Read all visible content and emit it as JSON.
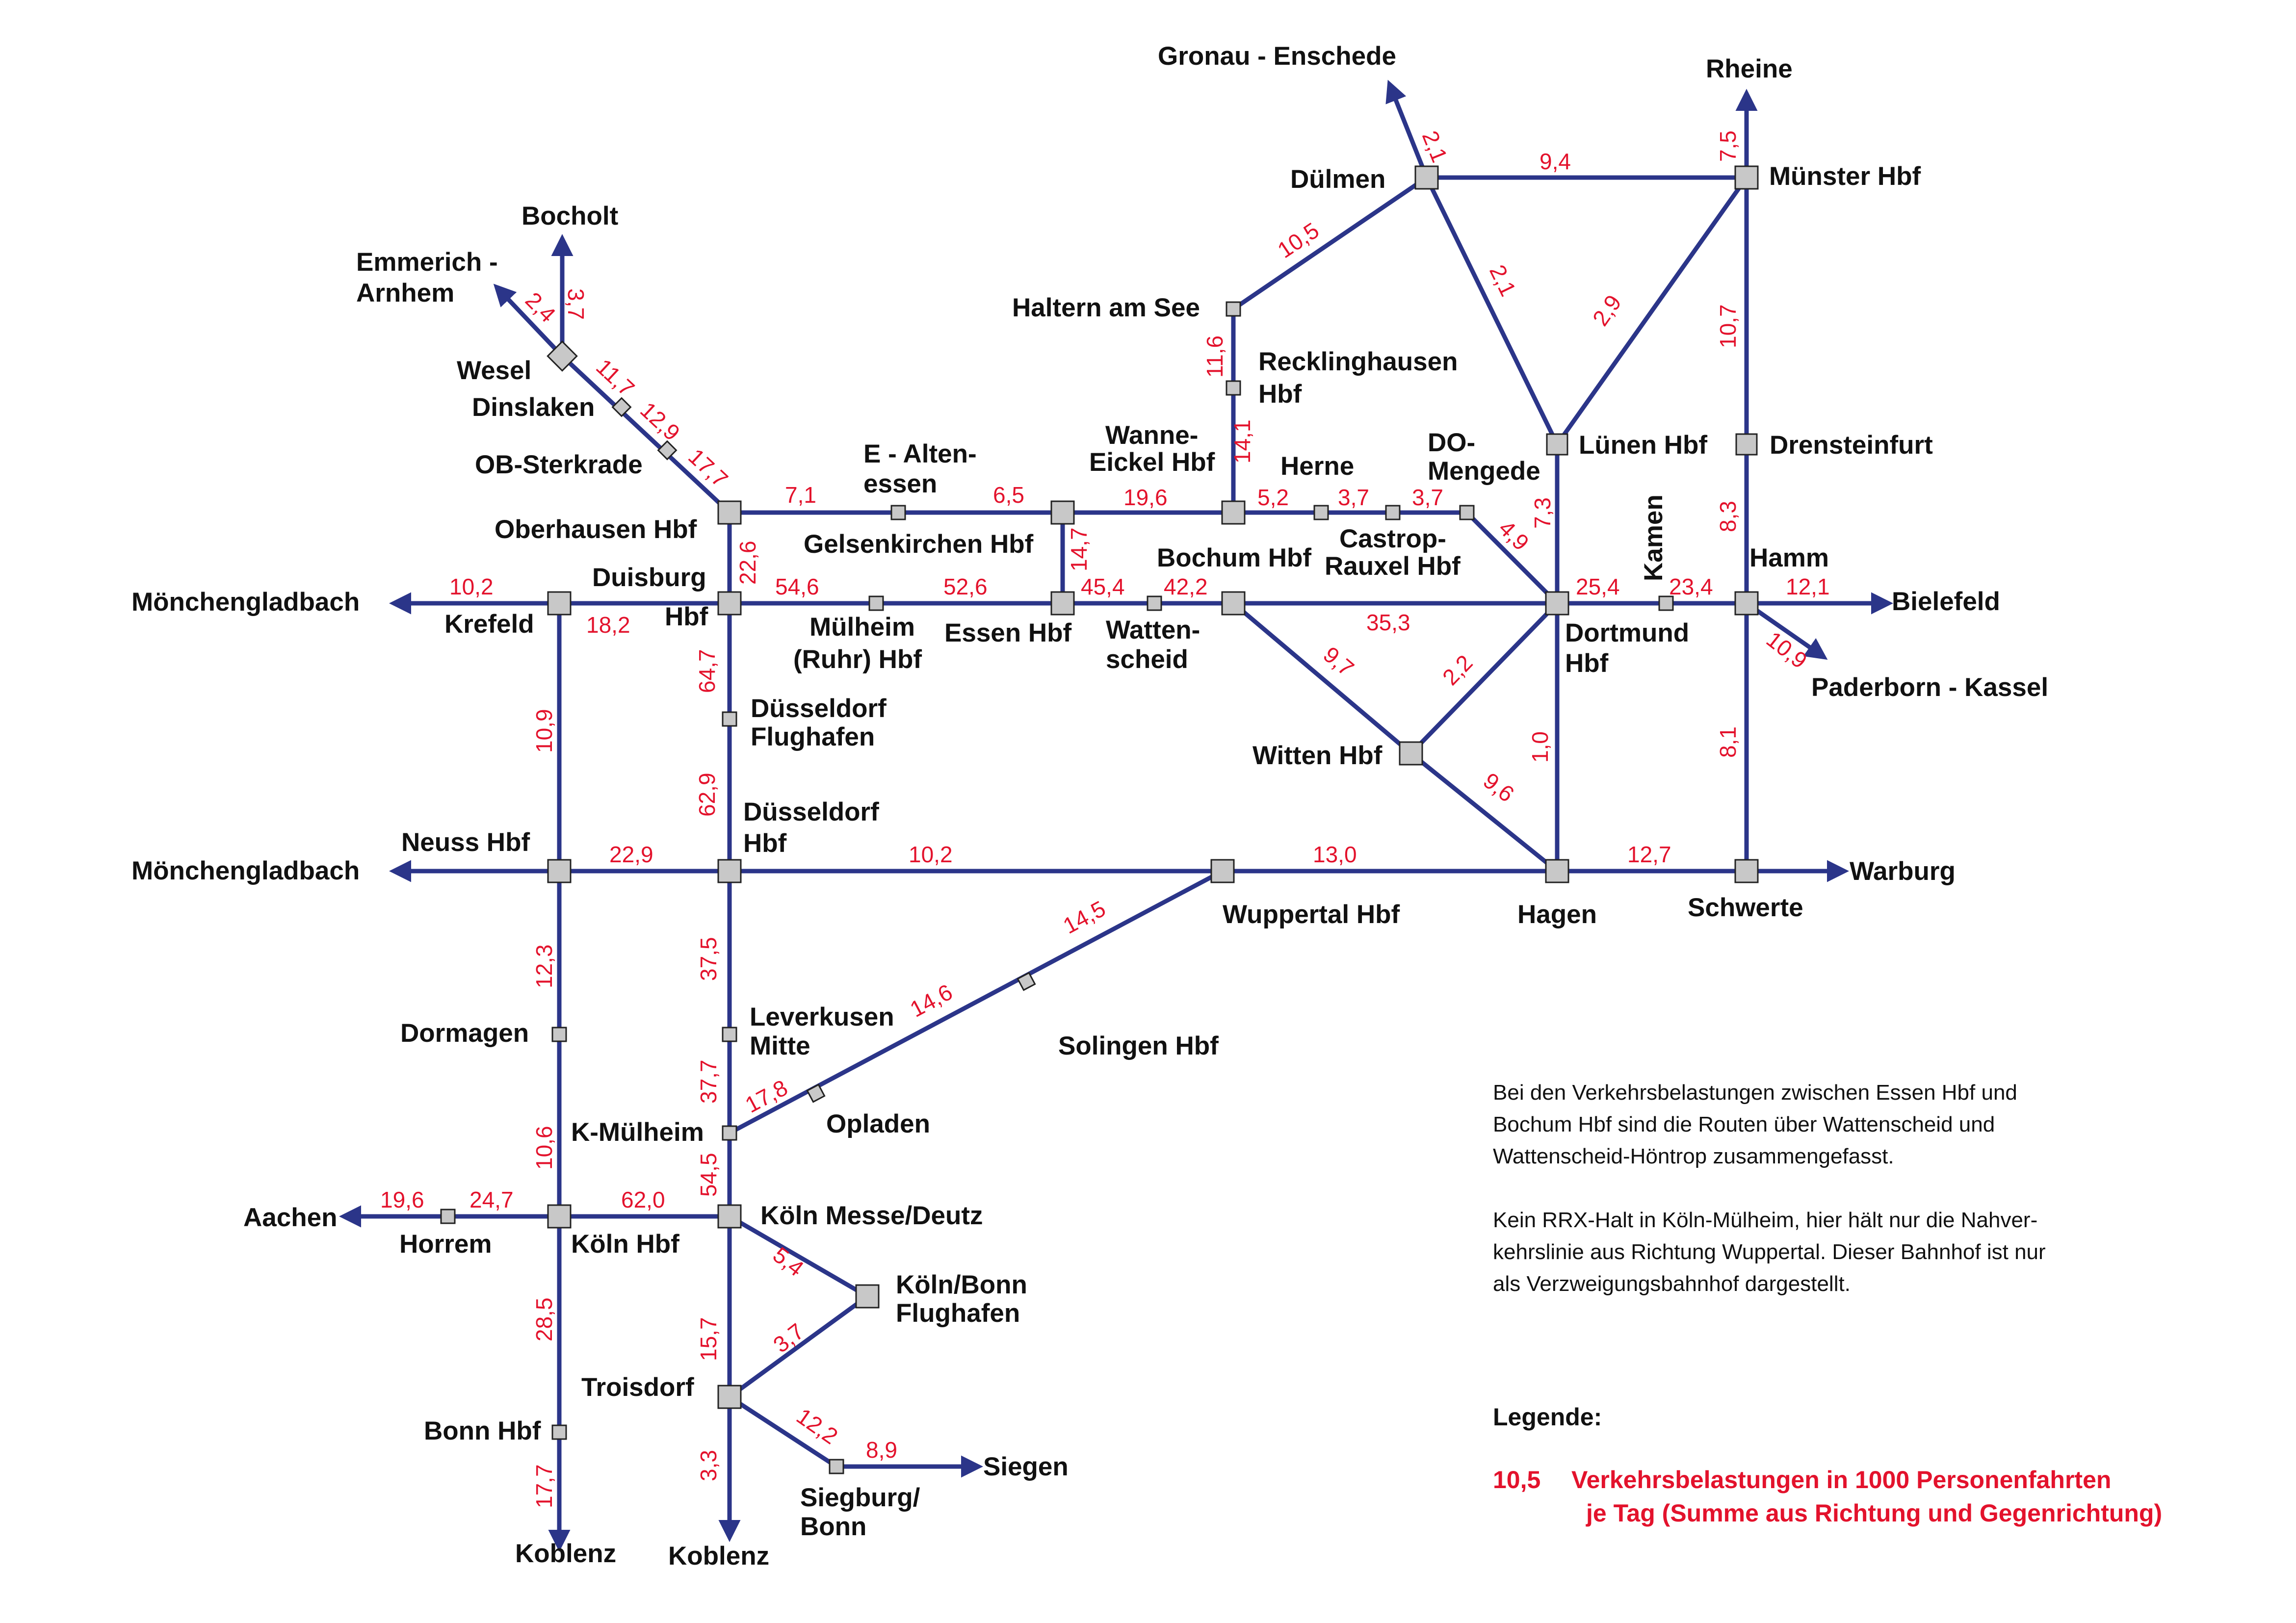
{
  "colors": {
    "line": "#2b3589",
    "load": "#e3122c",
    "node_fill": "#c8c8c8",
    "text": "#111111"
  },
  "stations": {
    "gronau": "Gronau - Enschede",
    "rheine": "Rheine",
    "duelmen": "Dülmen",
    "muenster": "Münster Hbf",
    "bocholt": "Bocholt",
    "emmerich": [
      "Emmerich -",
      "Arnhem"
    ],
    "haltern": "Haltern am See",
    "recklinghausen": [
      "Recklinghausen",
      "Hbf"
    ],
    "wesel": "Wesel",
    "dinslaken": "Dinslaken",
    "ob_sterkrade": "OB-Sterkrade",
    "e_altenessen": [
      "E - Alten-",
      "essen"
    ],
    "wanne_eickel": [
      "Wanne-",
      "Eickel Hbf"
    ],
    "herne": "Herne",
    "do_mengede": [
      "DO-",
      "Mengede"
    ],
    "luenen": "Lünen Hbf",
    "drensteinfurt": "Drensteinfurt",
    "oberhausen": "Oberhausen Hbf",
    "gelsenkirchen": "Gelsenkirchen Hbf",
    "castrop": [
      "Castrop-",
      "Rauxel Hbf"
    ],
    "kamen": "Kamen",
    "hamm": "Hamm",
    "bochum": "Bochum Hbf",
    "moenchengladbach_1": "Mönchengladbach",
    "krefeld": "Krefeld",
    "duisburg": [
      "Duisburg",
      "Hbf"
    ],
    "muelheim": [
      "Mülheim",
      "(Ruhr) Hbf"
    ],
    "essen": "Essen Hbf",
    "wattenscheid": [
      "Watten-",
      "scheid"
    ],
    "dortmund": [
      "Dortmund",
      "Hbf"
    ],
    "bielefeld": "Bielefeld",
    "paderborn": "Paderborn - Kassel",
    "duesseldorf_flughafen": [
      "Düsseldorf",
      "Flughafen"
    ],
    "witten": "Witten Hbf",
    "neuss": "Neuss Hbf",
    "duesseldorf": [
      "Düsseldorf",
      "Hbf"
    ],
    "moenchengladbach_2": "Mönchengladbach",
    "wuppertal": "Wuppertal Hbf",
    "hagen": "Hagen",
    "schwerte": "Schwerte",
    "warburg": "Warburg",
    "dormagen": "Dormagen",
    "leverkusen": [
      "Leverkusen",
      "Mitte"
    ],
    "solingen": "Solingen Hbf",
    "k_muelheim": "K-Mülheim",
    "opladen": "Opladen",
    "aachen": "Aachen",
    "horrem": "Horrem",
    "koeln": "Köln Hbf",
    "koeln_messe": "Köln Messe/Deutz",
    "koeln_bonn_flughafen": [
      "Köln/Bonn",
      "Flughafen"
    ],
    "troisdorf": "Troisdorf",
    "bonn": "Bonn Hbf",
    "siegen": "Siegen",
    "siegburg": [
      "Siegburg/",
      "Bonn"
    ],
    "koblenz_1": "Koblenz",
    "koblenz_2": "Koblenz"
  },
  "loads": {
    "gronau": "2,1",
    "rheine": "7,5",
    "duelmen_muenster": "9,4",
    "haltern_duelmen": "10,5",
    "duelmen_luenen": "2,1",
    "muenster_luenen": "2,9",
    "muenster_drensteinfurt": "10,7",
    "bocholt": "3,7",
    "emmerich": "2,4",
    "wesel_dinslaken": "11,7",
    "dinslaken_sterkrade": "12,9",
    "sterkrade_oberhausen": "17,7",
    "haltern_recklinghausen": "11,6",
    "recklinghausen_wanne": "14,1",
    "oberhausen_altenessen": "7,1",
    "altenessen_gelsenkirchen": "6,5",
    "gelsenkirchen_wanne": "19,6",
    "wanne_herne": "5,2",
    "herne_castrop": "3,7",
    "castrop_mengede": "3,7",
    "mengede_dortmund": "4,9",
    "luenen_dortmund": "7,3",
    "drensteinfurt_hamm": "8,3",
    "oberhausen_duisburg": "22,6",
    "gelsenkirchen_essen": "14,7",
    "krefeld_mg": "10,2",
    "duisburg_krefeld": "18,2",
    "duisburg_muelheim": "54,6",
    "muelheim_essen": "52,6",
    "essen_wattenscheid": "45,4",
    "wattenscheid_bochum": "42,2",
    "bochum_dortmund": "35,3",
    "dortmund_kamen": "25,4",
    "kamen_hamm": "23,4",
    "hamm_bielefeld": "12,1",
    "hamm_paderborn": "10,9",
    "bochum_witten": "9,7",
    "witten_dortmund": "2,2",
    "duisburg_flughafen": "64,7",
    "krefeld_neuss": "10,9",
    "flughafen_duesseldorf": "62,9",
    "witten_hagen": "9,6",
    "dortmund_hagen": "1,0",
    "hamm_schwerte": "8,1",
    "neuss_duesseldorf": "22,9",
    "duesseldorf_wuppertal": "10,2",
    "wuppertal_hagen": "13,0",
    "schwerte_warburg": "12,7",
    "neuss_dormagen": "12,3",
    "duesseldorf_leverkusen": "37,5",
    "wuppertal_solingen": "14,5",
    "solingen_opladen": "14,6",
    "leverkusen_kmuelheim": "37,7",
    "opladen_kmuelheim": "17,8",
    "dormagen_koeln": "10,6",
    "kmuelheim_messe": "54,5",
    "aachen_horrem": "19,6",
    "horrem_koeln": "24,7",
    "koeln_messe": "62,0",
    "messe_flughafen": "5,4",
    "flughafen_troisdorf": "3,7",
    "messe_troisdorf": "15,7",
    "koeln_bonn": "28,5",
    "troisdorf_siegburg": "12,2",
    "siegburg_siegen": "8,9",
    "bonn_koblenz": "17,7",
    "troisdorf_koblenz": "3,3"
  },
  "notes": {
    "note1": [
      "Bei den Verkehrsbelastungen zwischen Essen Hbf und",
      "Bochum Hbf sind die Routen über Wattenscheid und",
      "Wattenscheid-Höntrop zusammengefasst."
    ],
    "note2": [
      "Kein RRX-Halt in Köln-Mülheim, hier hält nur die Nahver-",
      "kehrslinie aus Richtung Wuppertal. Dieser Bahnhof ist nur",
      "als Verzweigungsbahnhof dargestellt."
    ]
  },
  "legend": {
    "title": "Legende:",
    "value": "10,5",
    "line1": "Verkehrsbelastungen in 1000 Personenfahrten",
    "line2": "je Tag (Summe aus Richtung und Gegenrichtung)"
  }
}
